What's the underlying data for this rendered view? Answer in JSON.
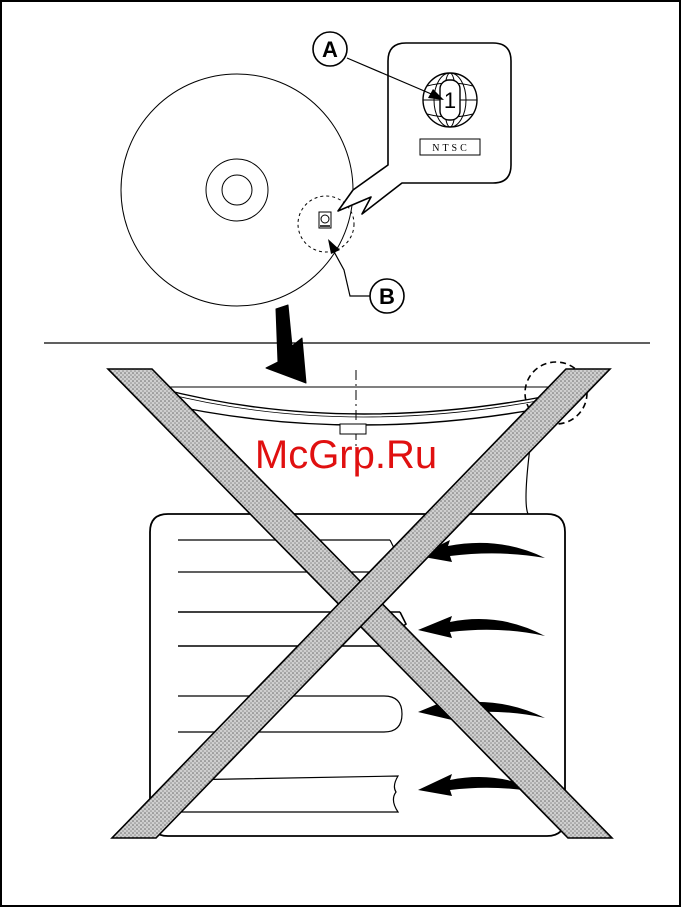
{
  "callouts": {
    "a": "A",
    "b": "B"
  },
  "region_mark": {
    "label": "NTSC",
    "number": "1"
  },
  "watermark": "McGrp.Ru",
  "colors": {
    "line": "#000000",
    "hatch_fill": "#c8c8c8",
    "watermark": "#e01010",
    "background": "#ffffff"
  },
  "icons": {
    "top_panel": "disc-with-region-mark-icon",
    "bottom_panel": "warped-disc-do-not-use-icon"
  }
}
